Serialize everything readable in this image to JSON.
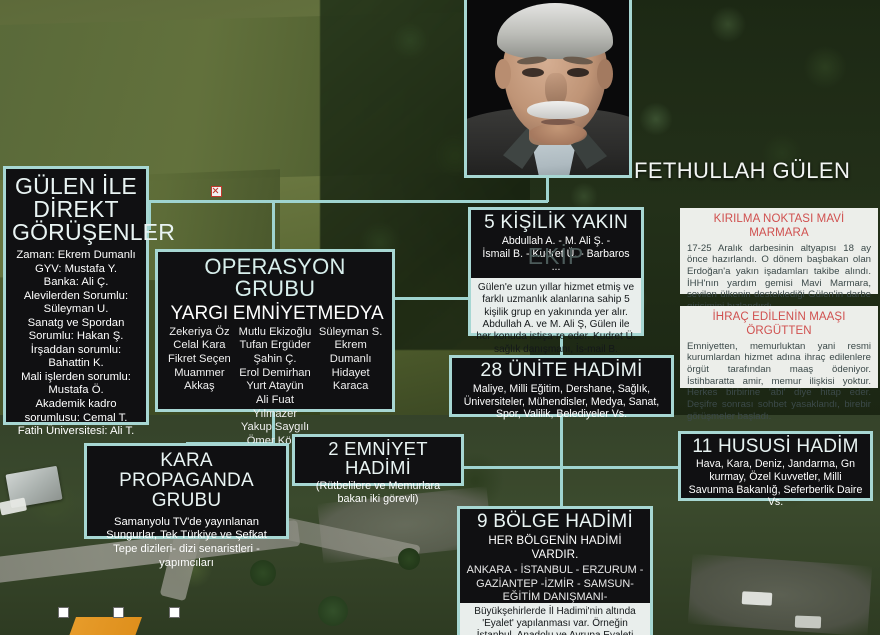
{
  "photo": {
    "label": "FETHULLAH GÜLEN",
    "alt": "fethullah-gulen-portrait"
  },
  "boxes": {
    "gorusenler": {
      "title": "GÜLEN İLE DİREKT GÖRÜŞENLER",
      "lines": "Zaman: Ekrem Dumanlı\nGYV: Mustafa Y.\nBanka: Ali Ç.\nAlevilerden Sorumlu:\nSüleyman U.\nSanatg ve Spordan\nSorumlu: Hakan Ş.\nİrşaddan sorumlu:\nBahattin K.\nMali işlerden sorumlu:\nMustafa Ö.\nAkademik kadro\nsorumlusu: Cemal T.\nFatih Üniversitesi: Ali T."
    },
    "operasyon": {
      "title": "OPERASYON GRUBU",
      "columns": [
        {
          "head": "YARGI",
          "names": "Zekeriya Öz\nCelal Kara\nFikret Seçen\nMuammer Akkaş"
        },
        {
          "head": "EMNİYET",
          "names": "Mutlu Ekizoğlu\nTufan Ergüder\nŞahin Ç.\nErol Demirhan\nYurt Atayün\nAli Fuat Yılmazer\nYakup Saygılı\nÖmer Köse"
        },
        {
          "head": "MEDYA",
          "names": "Süleyman S.\nEkrem Dumanlı\nHidayet Karaca"
        }
      ]
    },
    "propaganda": {
      "title": "KARA PROPAGANDA GRUBU",
      "body": "Samanyolu TV'de yayınlanan Sungurlar, Tek Türkiye ve Şefkat Tepe dizileri- dizi senaristleri - yapımcıları"
    },
    "emniyet2": {
      "title": "2 EMNİYET HADİMİ",
      "body": "(Rütbelilere ve Memurlara bakan iki görevli)"
    },
    "yakin": {
      "title": "5 KİŞİLİK YAKIN",
      "overlay": "EKİP",
      "names": "Abdullah A. - M. Ali Ş. -\nİsmail B. - Kudret Ü. - Barbaros ...",
      "body": "Gülen'e uzun yıllar hizmet etmiş ve farklı uzmanlık alanlarına sahip 5 kişilik grup en yakınında yer alır. Abdullah A. ve M. Ali Ş, Gülen ile her konuda istişa-re eder. Kudret Ü. sağlık danışmanı, İs-mail B. Amerika'nın sorumlusu."
    },
    "unite": {
      "title": "28 ÜNİTE HADİMİ",
      "body": "Maliye, Milli Eğitim, Dershane, Sağlık, Üniversiteler, Mühendisler, Medya, Sanat, Spor, Valilik, Belediyeler Vs."
    },
    "bolge": {
      "title": "9 BÖLGE HADİMİ",
      "subtitle": "HER BÖLGENİN HADİMİ VARDIR.",
      "list": "ANKARA - İSTANBUL - ERZURUM - GAZİANTEP -İZMİR - SAMSUN- EĞİTİM DANIŞMANI- SEKRETARYA - PROF. SUAT K.",
      "body": "Büyükşehirlerde İl Hadimi'nin altında 'Eyalet' yapılanması var. Örneğin İstanbul, Anadolu ve Avrupa Eyaleti olarak"
    },
    "hususi": {
      "title": "11 HUSUSİ HADİM",
      "body": "Hava, Kara, Deniz, Jandarma, Gn kurmay, Özel Kuvvetler, Milli Savunma Bakanlığ, Seferberlik Daire Vs."
    }
  },
  "notes": {
    "mavi": {
      "title": "KIRILMA NOKTASI MAVİ MARMARA",
      "body": "17-25 Aralık darbesinin altyapısı 18 ay önce hazırlandı. O dönem başbakan olan Erdoğan'a yakın işadamları takibe alındı. İHH'nın yardım gemisi Mavi Marmara, sevilen ülkenin desteklediği Gülen'in darbe girişimini hızlandırdı."
    },
    "ihrac": {
      "title": "İHRAÇ EDİLENİN MAAŞI ÖRGÜTTEN",
      "body": "Emniyetten, memurluktan yani resmi kurumlardan hizmet adına ihraç edilenlere örgüt tarafından maaş ödeniyor. İstihbaratta amir, memur ilişkisi yoktur. Herkes birbirine 'abi' diye hitap eder. Deşifre sonrası sohbet yasaklandı, birebir görüşmeler başladı."
    }
  },
  "colors": {
    "frame": "#a7d7d3",
    "box_bg": "#101012",
    "note_bg": "#eceeea",
    "note_title": "#d0504f",
    "connector": "#9fd4d0"
  }
}
